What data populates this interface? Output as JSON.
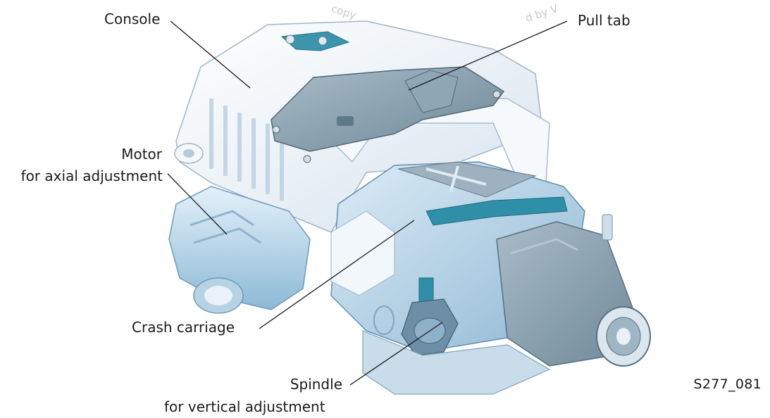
{
  "labels": {
    "console": "Console",
    "pull_tab": "Pull tab",
    "motor_line1": "Motor",
    "motor_line2": "for axial adjustment",
    "crash_carriage": "Crash carriage",
    "spindle_line1": "Spindle",
    "spindle_line2": "for vertical adjustment"
  },
  "figure_code": "S277_081",
  "watermark": {
    "left": "copy",
    "right": "d by V"
  },
  "colors": {
    "housing_white": "#eef3f8",
    "housing_blue": "#b9d6ea",
    "plate_grey": "#7f98a8",
    "teal_bracket": "#2f8fa8",
    "line": "#1a1a1a"
  }
}
